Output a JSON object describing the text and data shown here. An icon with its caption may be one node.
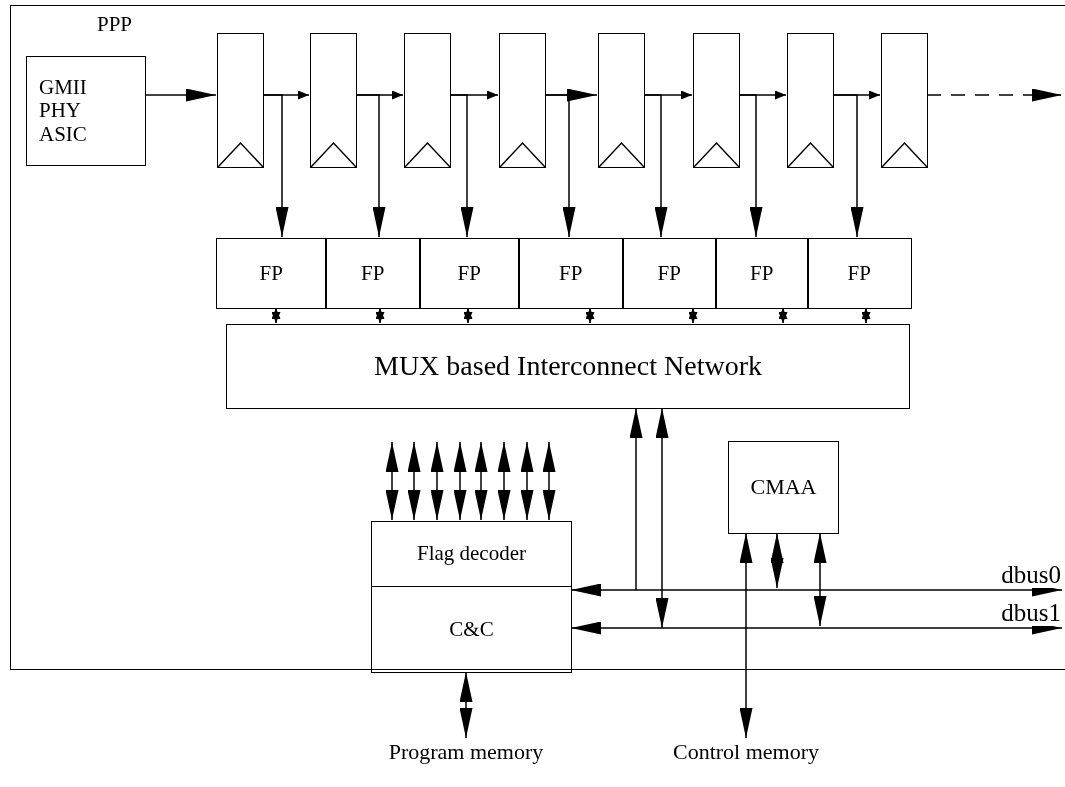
{
  "diagram": {
    "nodes": [
      {
        "text": [
          "PPP"
        ]
      },
      {
        "text": [
          "GMII PHY ASIC"
        ],
        "in": 0
      },
      {
        "text": [],
        "shape": "box",
        "in": 0
      },
      {
        "text": [],
        "shape": "box",
        "in": 0
      },
      {
        "text": [],
        "shape": "box",
        "in": 0
      },
      {
        "text": [],
        "shape": "box",
        "in": 0
      },
      {
        "text": [],
        "shape": "box",
        "in": 0
      },
      {
        "text": [],
        "shape": "box",
        "in": 0
      },
      {
        "text": [],
        "shape": "box",
        "in": 0
      },
      {
        "text": [],
        "shape": "box",
        "in": 0
      },
      {
        "text": [
          "FP"
        ],
        "in": 0
      },
      {
        "text": [
          "FP"
        ],
        "in": 0
      },
      {
        "text": [
          "FP"
        ],
        "in": 0
      },
      {
        "text": [
          "FP"
        ],
        "in": 0
      },
      {
        "text": [
          "FP"
        ],
        "in": 0
      },
      {
        "text": [
          "FP"
        ],
        "in": 0
      },
      {
        "text": [
          "FP"
        ],
        "in": 0
      },
      {
        "text": [
          "MUX based Interconnect Network"
        ],
        "in": 0
      },
      {
        "text": [
          "Flag decoder"
        ],
        "in": 0
      },
      {
        "text": [
          "C&C"
        ],
        "in": 0
      },
      {
        "text": [
          "CMAA"
        ],
        "in": 0
      },
      {
        "text": [
          "Program memory"
        ]
      },
      {
        "text": [
          "Control memory"
        ]
      }
    ],
    "edges": [
      {
        "from": 1,
        "to": 2,
        "arrow": "to"
      },
      {
        "from": 2,
        "to": 3,
        "arrow": "to"
      },
      {
        "from": 3,
        "to": 4,
        "arrow": "to"
      },
      {
        "from": 4,
        "to": 5,
        "arrow": "to"
      },
      {
        "from": 5,
        "to": 6,
        "arrow": "to"
      },
      {
        "from": 6,
        "to": 7,
        "arrow": "to"
      },
      {
        "from": 7,
        "to": 8,
        "arrow": "to"
      },
      {
        "from": 8,
        "to": 9,
        "arrow": "to"
      },
      {
        "from": 9,
        "to": null,
        "arrow": "to",
        "style": "dashed"
      },
      {
        "from": 2,
        "to": 10,
        "arrow": "to"
      },
      {
        "from": 3,
        "to": 11,
        "arrow": "to"
      },
      {
        "from": 4,
        "to": 12,
        "arrow": "to"
      },
      {
        "from": 5,
        "to": 13,
        "arrow": "to"
      },
      {
        "from": 6,
        "to": 14,
        "arrow": "to"
      },
      {
        "from": 7,
        "to": 15,
        "arrow": "to"
      },
      {
        "from": 8,
        "to": 16,
        "arrow": "to"
      },
      {
        "from": 10,
        "to": 17,
        "arrow": "both"
      },
      {
        "from": 11,
        "to": 17,
        "arrow": "both"
      },
      {
        "from": 12,
        "to": 17,
        "arrow": "both"
      },
      {
        "from": 13,
        "to": 17,
        "arrow": "both"
      },
      {
        "from": 14,
        "to": 17,
        "arrow": "both"
      },
      {
        "from": 15,
        "to": 17,
        "arrow": "both"
      },
      {
        "from": 16,
        "to": 17,
        "arrow": "both"
      },
      {
        "from": null,
        "to": 18,
        "arrow": "both"
      },
      {
        "from": null,
        "to": 18,
        "arrow": "both"
      },
      {
        "from": null,
        "to": 18,
        "arrow": "both"
      },
      {
        "from": null,
        "to": 18,
        "arrow": "both"
      },
      {
        "from": null,
        "to": 18,
        "arrow": "both"
      },
      {
        "from": null,
        "to": 18,
        "arrow": "both"
      },
      {
        "from": null,
        "to": 18,
        "arrow": "both"
      },
      {
        "from": null,
        "to": 18,
        "arrow": "both"
      },
      {
        "from": null,
        "to": 17,
        "arrow": "to"
      },
      {
        "from": 17,
        "to": null,
        "arrow": "both"
      },
      {
        "from": 19,
        "to": null,
        "arrow": "both",
        "label": "dbus0"
      },
      {
        "from": 19,
        "to": null,
        "arrow": "both",
        "label": "dbus1"
      },
      {
        "from": 20,
        "to": null,
        "arrow": "both"
      },
      {
        "from": 20,
        "to": null,
        "arrow": "both"
      },
      {
        "from": 20,
        "to": 22,
        "arrow": "both"
      },
      {
        "from": 19,
        "to": 21,
        "arrow": "both"
      }
    ]
  }
}
